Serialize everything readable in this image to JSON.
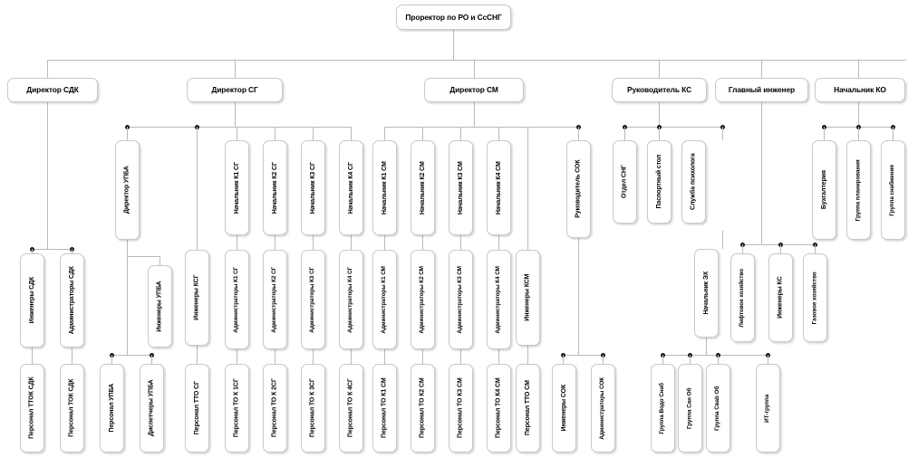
{
  "diagram": {
    "title": "Organizational structure chart",
    "language": "ru",
    "box_fill": "#ffffff",
    "box_border": "#c9c9c9",
    "line_color": "#b9b9b9",
    "junction_color": "#1a1a1a"
  },
  "nodes": {
    "root": "Проректор по РО и СсСНГ",
    "dir_sdk": "Директор СДК",
    "dir_sg": "Директор СГ",
    "dir_sm": "Директор СМ",
    "head_ks": "Руководитель КС",
    "chief_eng": "Главный инженер",
    "head_ko": "Начальник КО",
    "eng_sdk": "Инженеры СДК",
    "adm_sdk": "Администраторы СДК",
    "pers_ttok_sdk": "Персонал ТТОК СДК",
    "pers_tok_sdk": "Персонал ТОК СДК",
    "dir_upba": "Директор УПБА",
    "eng_upba": "Инженеры УПБА",
    "pers_upba": "Персонал УПБА",
    "disp_upba": "Диспетчеры УПБА",
    "eng_ksg": "Инженеры КСГ",
    "pers_tto_sg": "Персонал ТТО СГ",
    "nach_k1_sg": "Начальник К1 СГ",
    "nach_k2_sg": "Начальник К2 СГ",
    "nach_k3_sg": "Начальник К3 СГ",
    "nach_k4_sg": "Начальник К4 СГ",
    "adm_k1_sg": "Администраторы К1 СГ",
    "adm_k2_sg": "Администраторы К2 СГ",
    "adm_k3_sg": "Администраторы К3 СГ",
    "adm_k4_sg": "Администраторы К4 СГ",
    "pers_to_k1sg": "Персонал ТО К 1СГ",
    "pers_to_k2sg": "Персонал ТО К 2СГ",
    "pers_to_k3sg": "Персонал ТО К 3СГ",
    "pers_to_k4sg": "Персонал ТО К 4СГ",
    "nach_k1_sm": "Начальник К1 СМ",
    "nach_k2_sm": "Начальник К2 СМ",
    "nach_k3_sm": "Начальник К3 СМ",
    "nach_k4_sm": "Начальник К4 СМ",
    "adm_k1_sm": "Администраторы К1 СМ",
    "adm_k2_sm": "Администраторы К2 СМ",
    "adm_k3_sm": "Администраторы К3 СМ",
    "adm_k4_sm": "Администраторы К4 СМ",
    "pers_to_k1sm": "Персонал ТО К1 СМ",
    "pers_to_k2sm": "Персонал ТО К2 СМ",
    "pers_to_k3sm": "Персонал ТО К3 СМ",
    "pers_to_k4sm": "Персонал ТО К4 СМ",
    "eng_ksm": "Инженеры КСМ",
    "pers_tto_sm": "Персонал ТТО СМ",
    "head_sok": "Руководитель СОК",
    "eng_sok": "Инженеры СОК",
    "adm_sok": "Администраторы СОК",
    "otdel_sng": "Отдел СНГ",
    "pasport": "Паспортный стол",
    "psiholog": "Служба психолога",
    "nach_eh": "Начальник ЭХ",
    "gr_vodo_snab": "Группа Водо Снаб",
    "gr_san_ob": "Группа Сан Об",
    "gr_svab_ob": "Группа Свab Об",
    "it_gruppa": "ИТ-группа",
    "lift": "Лифтовое хозяйство",
    "eng_ks": "Инженеры КС",
    "gaz": "Газовое хозяйство",
    "buhgalteria": "Бухгалтерия",
    "gr_planirovania": "Группа планирования",
    "gr_snabzhenia": "Группа снабжения"
  }
}
